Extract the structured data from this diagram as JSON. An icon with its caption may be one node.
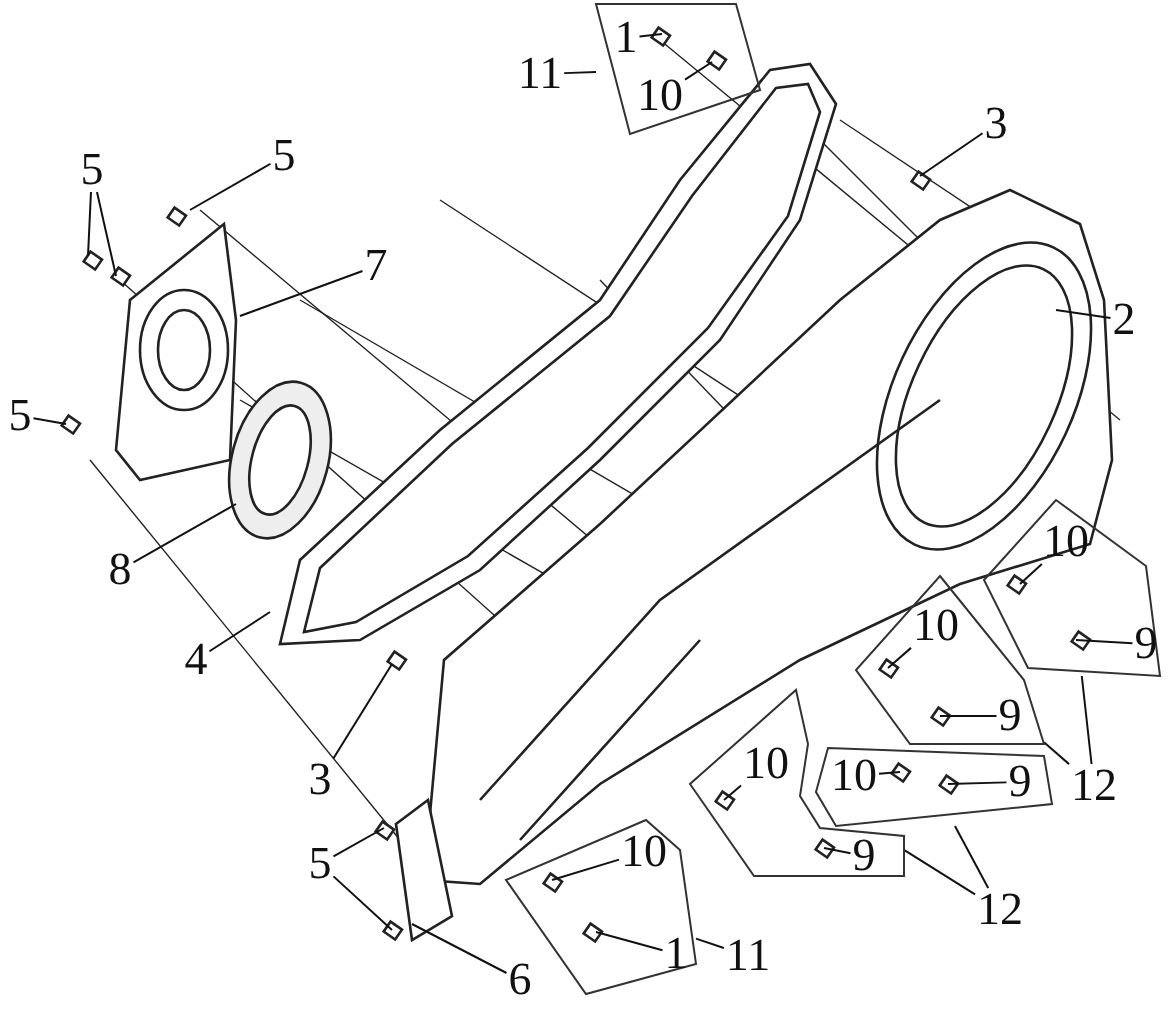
{
  "diagram": {
    "nodes": [
      {
        "text": [
          "11"
        ]
      },
      {
        "text": [],
        "shape": "polygon"
      },
      {
        "text": [
          "1"
        ],
        "in": 1
      },
      {
        "text": [
          "10"
        ],
        "in": 1
      },
      {
        "text": [
          "3"
        ]
      },
      {
        "text": [
          "5"
        ]
      },
      {
        "text": [
          "5"
        ]
      },
      {
        "text": [
          "7"
        ]
      },
      {
        "text": [
          "2"
        ]
      },
      {
        "text": [
          "5"
        ]
      },
      {
        "text": [],
        "shape": "polygon"
      },
      {
        "text": [
          "10"
        ],
        "in": 10
      },
      {
        "text": [
          "8"
        ]
      },
      {
        "text": [],
        "shape": "polygon"
      },
      {
        "text": [
          "10"
        ],
        "in": 13
      },
      {
        "text": [
          "9"
        ],
        "in": 10
      },
      {
        "text": [
          "4"
        ]
      },
      {
        "text": [
          "9"
        ],
        "in": 13
      },
      {
        "text": [],
        "shape": "polygon"
      },
      {
        "text": [],
        "shape": "polygon"
      },
      {
        "text": [
          "10"
        ],
        "in": 18
      },
      {
        "text": [
          "3"
        ]
      },
      {
        "text": [
          "10"
        ],
        "in": 19
      },
      {
        "text": [
          "9"
        ],
        "in": 19
      },
      {
        "text": [
          "12"
        ]
      },
      {
        "text": [],
        "shape": "polygon"
      },
      {
        "text": [
          "9"
        ],
        "in": 18
      },
      {
        "text": [
          "5"
        ]
      },
      {
        "text": [
          "10"
        ],
        "in": 25
      },
      {
        "text": [
          "12"
        ]
      },
      {
        "text": [
          "11"
        ]
      },
      {
        "text": [
          "1"
        ],
        "in": 25
      },
      {
        "text": [
          "6"
        ]
      }
    ],
    "edges": [
      {
        "from": 0,
        "to": 1,
        "arrow": "none"
      },
      {
        "from": 2,
        "to": null,
        "arrow": "none"
      },
      {
        "from": 3,
        "to": null,
        "arrow": "none"
      },
      {
        "from": 4,
        "to": null,
        "arrow": "none"
      },
      {
        "from": 5,
        "to": null,
        "arrow": "none"
      },
      {
        "from": 6,
        "to": null,
        "arrow": "none"
      },
      {
        "from": 6,
        "to": null,
        "arrow": "none"
      },
      {
        "from": 7,
        "to": null,
        "arrow": "none"
      },
      {
        "from": 8,
        "to": null,
        "arrow": "none"
      },
      {
        "from": 9,
        "to": null,
        "arrow": "none"
      },
      {
        "from": 11,
        "to": null,
        "arrow": "none"
      },
      {
        "from": 12,
        "to": null,
        "arrow": "none"
      },
      {
        "from": 14,
        "to": null,
        "arrow": "none"
      },
      {
        "from": 15,
        "to": null,
        "arrow": "none"
      },
      {
        "from": 16,
        "to": null,
        "arrow": "none"
      },
      {
        "from": 17,
        "to": null,
        "arrow": "none"
      },
      {
        "from": 20,
        "to": null,
        "arrow": "none"
      },
      {
        "from": 21,
        "to": null,
        "arrow": "none"
      },
      {
        "from": 22,
        "to": null,
        "arrow": "none"
      },
      {
        "from": 23,
        "to": null,
        "arrow": "none"
      },
      {
        "from": 24,
        "to": 10,
        "arrow": "none"
      },
      {
        "from": 24,
        "to": 13,
        "arrow": "none"
      },
      {
        "from": 26,
        "to": null,
        "arrow": "none"
      },
      {
        "from": 27,
        "to": null,
        "arrow": "none"
      },
      {
        "from": 27,
        "to": null,
        "arrow": "none"
      },
      {
        "from": 29,
        "to": 19,
        "arrow": "none"
      },
      {
        "from": 29,
        "to": 18,
        "arrow": "none"
      },
      {
        "from": 32,
        "to": null,
        "arrow": "none"
      },
      {
        "from": 28,
        "to": null,
        "arrow": "none"
      },
      {
        "from": 31,
        "to": null,
        "arrow": "none"
      },
      {
        "from": 30,
        "to": 25,
        "arrow": "none"
      }
    ]
  }
}
